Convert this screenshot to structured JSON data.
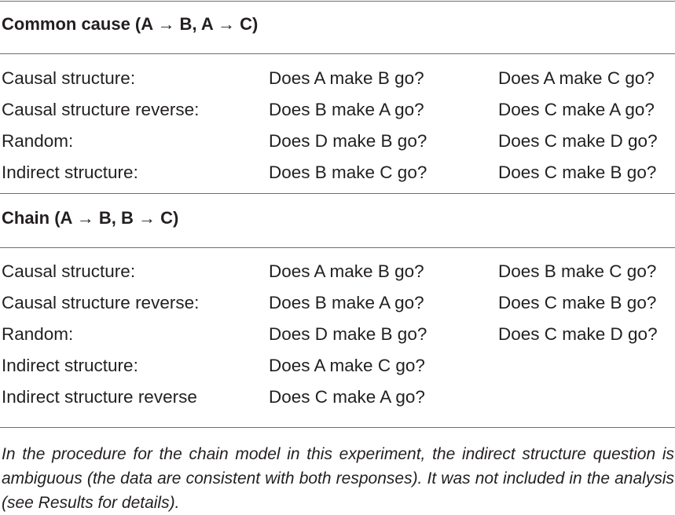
{
  "sections": [
    {
      "title": "Common cause (A → B, A → C)",
      "rows": [
        [
          "Causal structure:",
          "Does A make B go?",
          "Does A make C go?"
        ],
        [
          "Causal structure reverse:",
          "Does B make A go?",
          "Does C make A go?"
        ],
        [
          "Random:",
          "Does D make B go?",
          "Does C make D go?"
        ],
        [
          "Indirect structure:",
          "Does B make C go?",
          "Does C make B go?"
        ]
      ]
    },
    {
      "title": "Chain (A → B, B → C)",
      "rows": [
        [
          "Causal structure:",
          "Does A make B go?",
          "Does B make C go?"
        ],
        [
          "Causal structure reverse:",
          "Does B make A go?",
          "Does C make B go?"
        ],
        [
          "Random:",
          "Does D make B go?",
          "Does C make D go?"
        ],
        [
          "Indirect structure:",
          "Does A make C go?",
          ""
        ],
        [
          "Indirect structure reverse",
          "Does C make A go?",
          ""
        ]
      ]
    }
  ],
  "footnote": "In the procedure for the chain model in this experiment, the indirect structure question is ambiguous (the data are consistent with both responses). It was not included in the analysis (see Results for details)."
}
